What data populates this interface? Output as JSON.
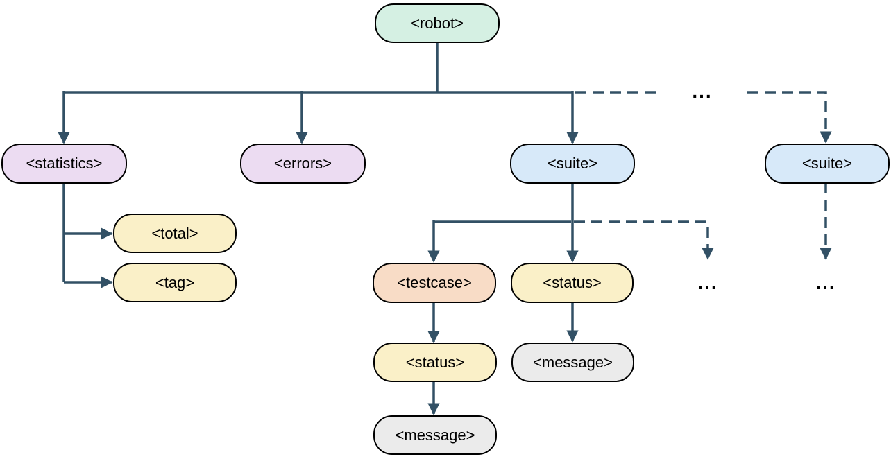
{
  "palette": {
    "edge": "#325065",
    "node_border": "#000000",
    "text": "#000000",
    "background": "#ffffff",
    "fill_root": "#d5f0e3",
    "fill_purple": "#ecdcf2",
    "fill_blue": "#d7e9f9",
    "fill_yellow": "#faf0c8",
    "fill_orange": "#f8dcc6",
    "fill_gray": "#ebebeb"
  },
  "nodes": {
    "robot": {
      "label": "<robot>",
      "fill": "#d5f0e3"
    },
    "statistics": {
      "label": "<statistics>",
      "fill": "#ecdcf2"
    },
    "errors": {
      "label": "<errors>",
      "fill": "#ecdcf2"
    },
    "suite": {
      "label": "<suite>",
      "fill": "#d7e9f9"
    },
    "suite2": {
      "label": "<suite>",
      "fill": "#d7e9f9"
    },
    "total": {
      "label": "<total>",
      "fill": "#faf0c8"
    },
    "tag": {
      "label": "<tag>",
      "fill": "#faf0c8"
    },
    "testcase": {
      "label": "<testcase>",
      "fill": "#f8dcc6"
    },
    "status_suite": {
      "label": "<status>",
      "fill": "#faf0c8"
    },
    "status_testcase": {
      "label": "<status>",
      "fill": "#faf0c8"
    },
    "message_suite": {
      "label": "<message>",
      "fill": "#ebebeb"
    },
    "message_testcase": {
      "label": "<message>",
      "fill": "#ebebeb"
    }
  },
  "ellipsis": {
    "more_suites": "...",
    "more_suite_children": "...",
    "more_suite2_children": "..."
  },
  "edges": [
    {
      "from": "robot",
      "to": "statistics",
      "style": "solid",
      "arrow": true
    },
    {
      "from": "robot",
      "to": "errors",
      "style": "solid",
      "arrow": true
    },
    {
      "from": "robot",
      "to": "suite",
      "style": "solid",
      "arrow": true
    },
    {
      "from": "robot",
      "to": "suite2",
      "style": "dashed",
      "arrow": true
    },
    {
      "from": "statistics",
      "to": "total",
      "style": "solid",
      "arrow": true
    },
    {
      "from": "statistics",
      "to": "tag",
      "style": "solid",
      "arrow": true
    },
    {
      "from": "suite",
      "to": "testcase",
      "style": "solid",
      "arrow": true
    },
    {
      "from": "suite",
      "to": "status_suite",
      "style": "solid",
      "arrow": true
    },
    {
      "from": "suite",
      "to": "more_suite_children",
      "style": "dashed",
      "arrow": true
    },
    {
      "from": "suite2",
      "to": "more_suite2_children",
      "style": "dashed",
      "arrow": true
    },
    {
      "from": "testcase",
      "to": "status_testcase",
      "style": "solid",
      "arrow": true
    },
    {
      "from": "status_testcase",
      "to": "message_testcase",
      "style": "solid",
      "arrow": true
    },
    {
      "from": "status_suite",
      "to": "message_suite",
      "style": "solid",
      "arrow": true
    }
  ]
}
